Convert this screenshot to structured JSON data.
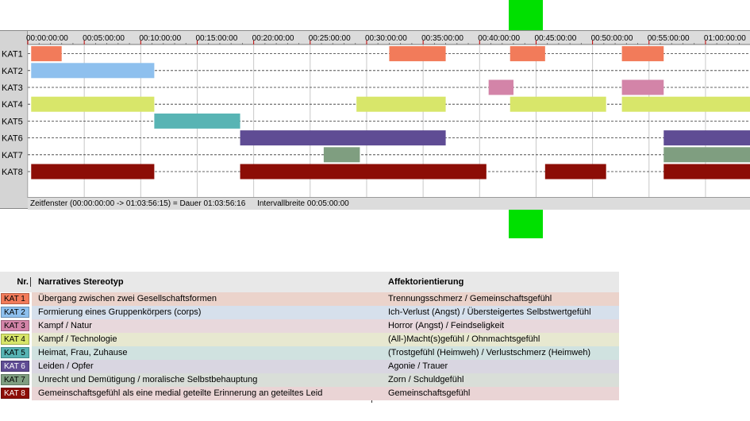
{
  "colors": {
    "marker": "#00e000",
    "categories": [
      "#f27b5a",
      "#8ec0ee",
      "#d384a8",
      "#d8e66a",
      "#58b4b4",
      "#5f4c94",
      "#7f9e80",
      "#8c0d06"
    ]
  },
  "chart_data": {
    "type": "timeline",
    "x_unit": "minutes",
    "xlim": [
      0,
      63.94
    ],
    "tick_labels": [
      "00:00:00:00",
      "00:05:00:00",
      "00:10:00:00",
      "00:15:00:00",
      "00:20:00:00",
      "00:25:00:00",
      "00:30:00:00",
      "00:35:00:00",
      "00:40:00:00",
      "00:45:00:00",
      "00:50:00:00",
      "00:55:00:00",
      "01:00:00:00"
    ],
    "tick_values": [
      0,
      5,
      10,
      15,
      20,
      25,
      30,
      35,
      40,
      45,
      50,
      55,
      60
    ],
    "marker_range": [
      42.6,
      45.6
    ],
    "categories": [
      "KAT1",
      "KAT2",
      "KAT3",
      "KAT4",
      "KAT5",
      "KAT6",
      "KAT7",
      "KAT8"
    ],
    "segments": [
      [
        [
          0.3,
          3.0
        ],
        [
          32.0,
          37.0
        ],
        [
          42.7,
          45.8
        ],
        [
          52.6,
          56.3
        ]
      ],
      [
        [
          0.3,
          11.2
        ]
      ],
      [
        [
          40.8,
          43.0
        ],
        [
          52.6,
          56.3
        ]
      ],
      [
        [
          0.3,
          11.2
        ],
        [
          29.1,
          37.0
        ],
        [
          42.7,
          51.2
        ],
        [
          52.6,
          63.94
        ]
      ],
      [
        [
          11.2,
          18.8
        ]
      ],
      [
        [
          18.8,
          37.0
        ],
        [
          56.3,
          63.94
        ]
      ],
      [
        [
          26.2,
          29.4
        ],
        [
          56.3,
          63.94
        ]
      ],
      [
        [
          0.3,
          11.2
        ],
        [
          18.8,
          40.6
        ],
        [
          45.8,
          51.2
        ],
        [
          56.3,
          63.94
        ]
      ]
    ]
  },
  "status": {
    "zeitfenster": "Zeitfenster (00:00:00:00 -> 01:03:56:15) = Dauer 01:03:56:16",
    "intervall": "Intervallbreite 00:05:00:00"
  },
  "legend": {
    "headers": {
      "nr": "Nr.",
      "stereotyp": "Narratives Stereotyp",
      "affekt": "Affektorientierung"
    },
    "rows": [
      {
        "nr": "KAT 1",
        "stereotyp": "Übergang zwischen zwei Gesellschaftsformen",
        "affekt": "Trennungsschmerz / Gemeinschaftsgefühl",
        "bg": "#ebd3cb"
      },
      {
        "nr": "KAT 2",
        "stereotyp": "Formierung eines Gruppenkörpers (corps)",
        "affekt": "Ich-Verlust (Angst) / Übersteigertes Selbstwertgefühl",
        "bg": "#d6e0ec"
      },
      {
        "nr": "KAT 3",
        "stereotyp": "Kampf / Natur",
        "affekt": "Horror (Angst) / Feindseligkeit",
        "bg": "#e8d8dc"
      },
      {
        "nr": "KAT 4",
        "stereotyp": "Kampf / Technologie",
        "affekt": "(All-)Macht(s)gefühl / Ohnmachtsgefühl",
        "bg": "#e7e8d0"
      },
      {
        "nr": "KAT 5",
        "stereotyp": "Heimat, Frau, Zuhause",
        "affekt": "(Trostgefühl (Heimweh) / Verlustschmerz (Heimweh)",
        "bg": "#d0e2e0"
      },
      {
        "nr": "KAT 6",
        "stereotyp": "Leiden / Opfer",
        "affekt": "Agonie / Trauer",
        "bg": "#d9d6e1"
      },
      {
        "nr": "KAT 7",
        "stereotyp": "Unrecht und Demütigung / moralische Selbstbehauptung",
        "affekt": "Zorn / Schuldgefühl",
        "bg": "#d9ded8"
      },
      {
        "nr": "KAT 8",
        "stereotyp": "Gemeinschaftsgefühl als eine medial geteilte Erinnerung an geteiltes Leid",
        "affekt": "Gemeinschaftsgefühl",
        "bg": "#ead4d5"
      }
    ]
  }
}
